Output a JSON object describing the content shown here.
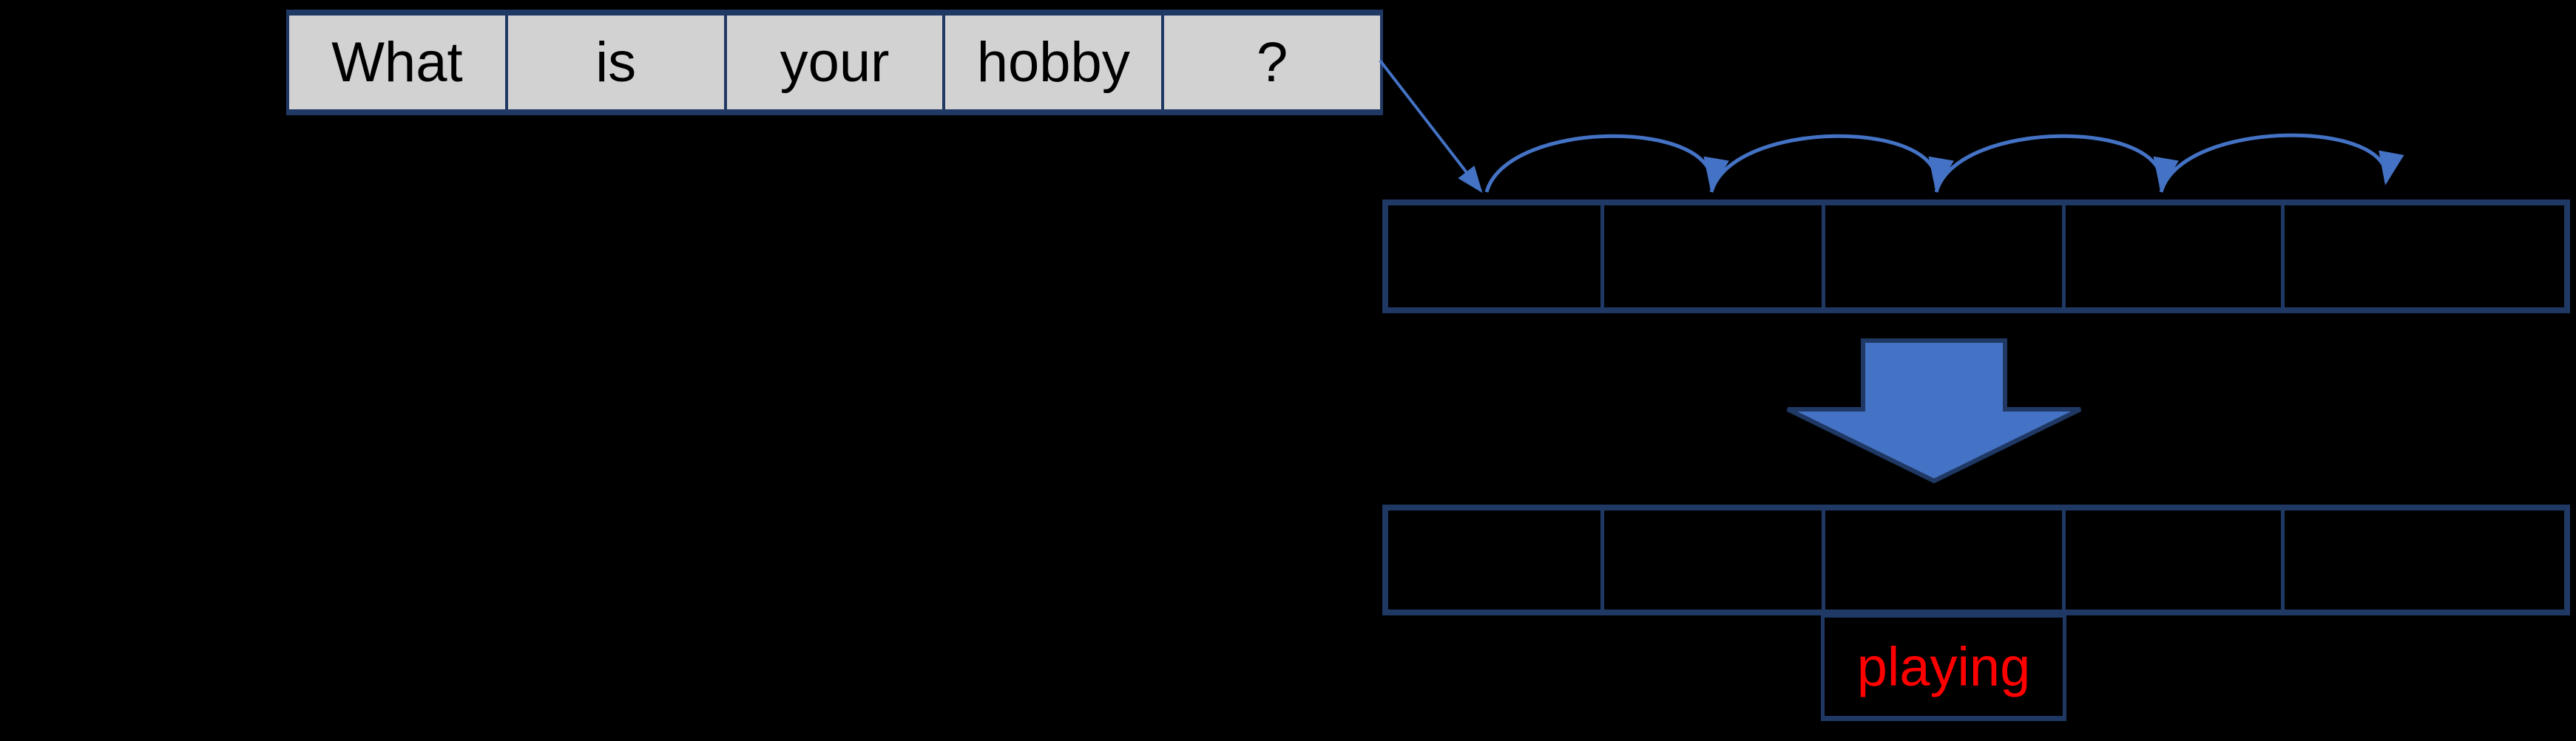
{
  "sentence": {
    "words": [
      "What",
      "is",
      "your",
      "hobby",
      "?"
    ]
  },
  "rows": {
    "upper_cell_count": 5,
    "lower_cell_count": 5
  },
  "answer": {
    "label": "playing"
  },
  "colors": {
    "background": "#000000",
    "word_box_fill": "#d2d2d2",
    "border_navy": "#1f3864",
    "arrow_blue": "#4472c4",
    "answer_red": "#ff0000",
    "word_text": "#000000"
  },
  "icons": {
    "hop_arrows": "curved-hop-arrow",
    "input_arrow": "diagonal-arrow",
    "transform_arrow": "big-down-arrow"
  }
}
